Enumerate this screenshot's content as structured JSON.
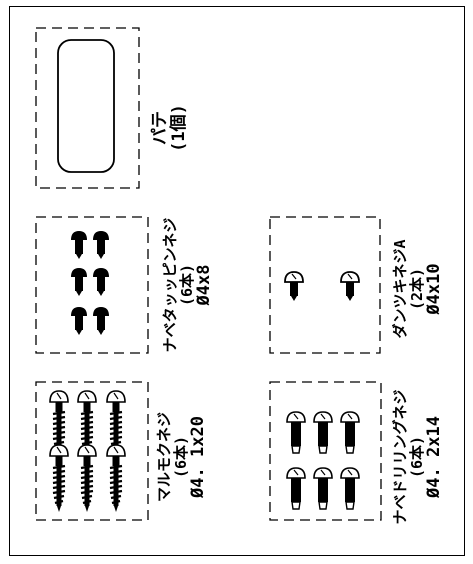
{
  "parts": {
    "pad": {
      "name": "パテ",
      "qty": "(1個)"
    },
    "truss_tapping": {
      "name": "ナベタッッピンネジ",
      "qty": "(6本)",
      "size": "Ø4x8"
    },
    "round_wood": {
      "name": "マルモクネジ",
      "qty": "(6本)",
      "size": "Ø4. 1x20"
    },
    "dangtsu": {
      "name": "ダンツキネジA",
      "qty": "(2本)",
      "size": "Ø4x10"
    },
    "pan_drill": {
      "name": "ナベドリリングネジ",
      "qty": "(6本)",
      "size": "Ø4. 2x14"
    }
  }
}
